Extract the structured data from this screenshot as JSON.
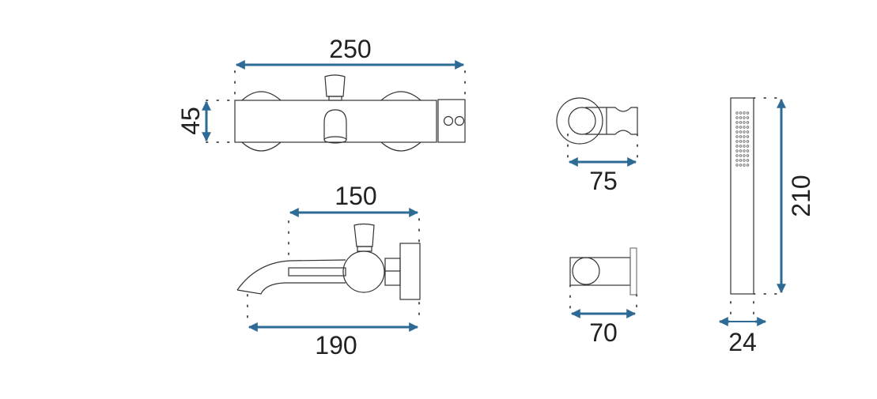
{
  "dimensions": {
    "mixer_width": "250",
    "mixer_height": "45",
    "spout_reach": "150",
    "total_depth": "190",
    "hook_width": "75",
    "holder_depth": "70",
    "shower_length": "210",
    "shower_width": "24"
  },
  "colors": {
    "dimension_arrow": "#2e6a96",
    "outline": "#333333"
  }
}
